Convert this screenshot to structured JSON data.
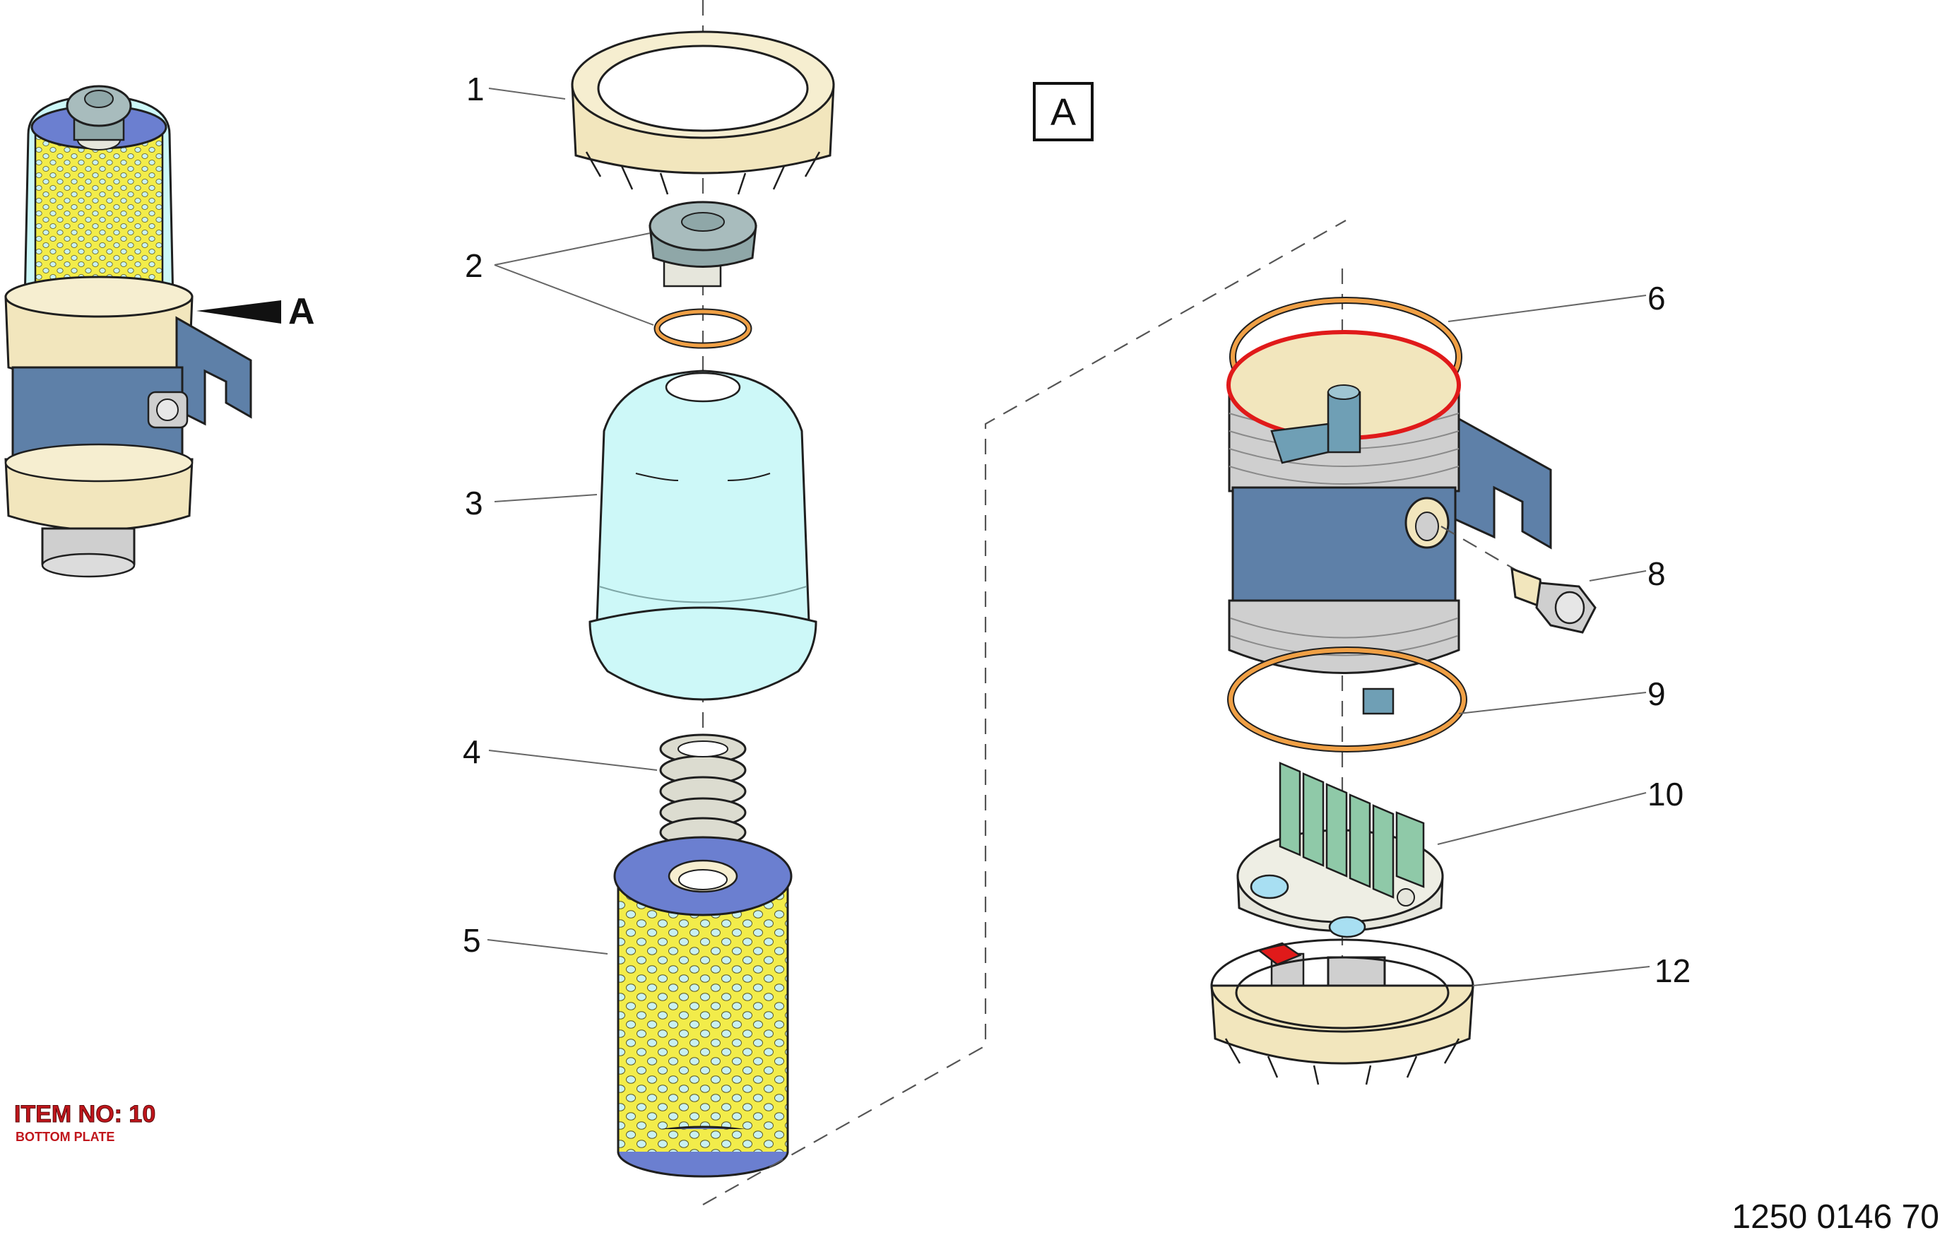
{
  "view_tag": "A",
  "callout_letter": "A",
  "part_labels": [
    "1",
    "2",
    "3",
    "4",
    "5",
    "6",
    "8",
    "9",
    "10",
    "12"
  ],
  "item_no": "ITEM NO: 10",
  "item_desc": "BOTTOM PLATE",
  "drawing_number": "1250 0146 70",
  "colors": {
    "ring": "#f2e6bd",
    "cap": "#8fa7a8",
    "bowl": "#cdf8f8",
    "spring": "#dcdcd0",
    "filter_yellow": "#f2ec4a",
    "filter_hole": "#c9f1f2",
    "filter_end": "#6b7fd0",
    "housing": "#5e80a8",
    "oring": "#f0a045",
    "red": "#e01a1a",
    "plate_green": "#8fc9a8",
    "metal": "#cfcfcf",
    "item_text": "#c0161c"
  }
}
